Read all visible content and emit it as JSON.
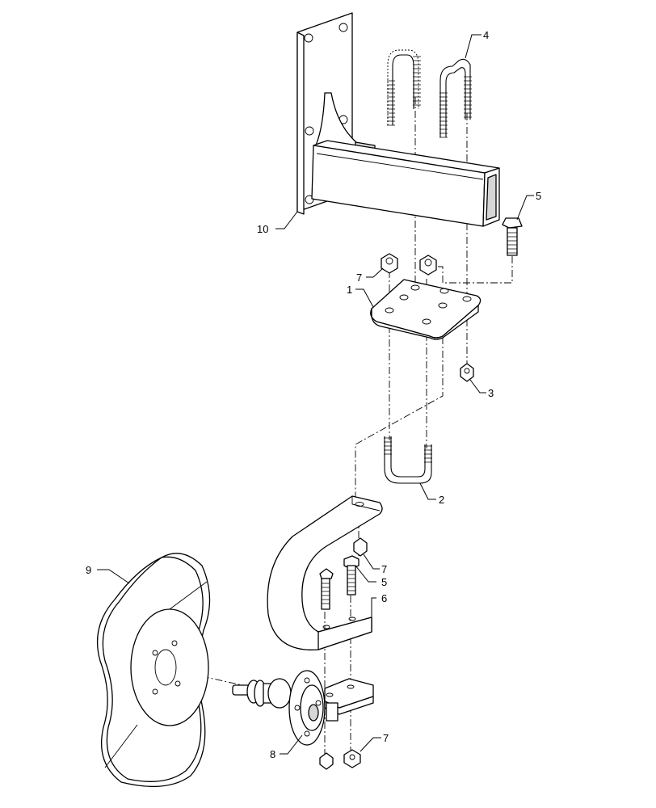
{
  "diagram": {
    "type": "exploded-parts-view",
    "callouts": {
      "c1": "1",
      "c2": "2",
      "c3": "3",
      "c4": "4",
      "c5a": "5",
      "c5b": "5",
      "c6": "6",
      "c7a": "7",
      "c7b": "7",
      "c7c": "7",
      "c8": "8",
      "c9": "9",
      "c10": "10"
    },
    "parts": [
      {
        "id": "1",
        "name": "clamp plate"
      },
      {
        "id": "2",
        "name": "u-bolt"
      },
      {
        "id": "3",
        "name": "nut"
      },
      {
        "id": "4",
        "name": "u-bolt"
      },
      {
        "id": "5",
        "name": "bolt"
      },
      {
        "id": "6",
        "name": "disc arm"
      },
      {
        "id": "7",
        "name": "nut"
      },
      {
        "id": "8",
        "name": "hub assembly"
      },
      {
        "id": "9",
        "name": "wavy coulter disc"
      },
      {
        "id": "10",
        "name": "mounting bracket"
      }
    ]
  }
}
